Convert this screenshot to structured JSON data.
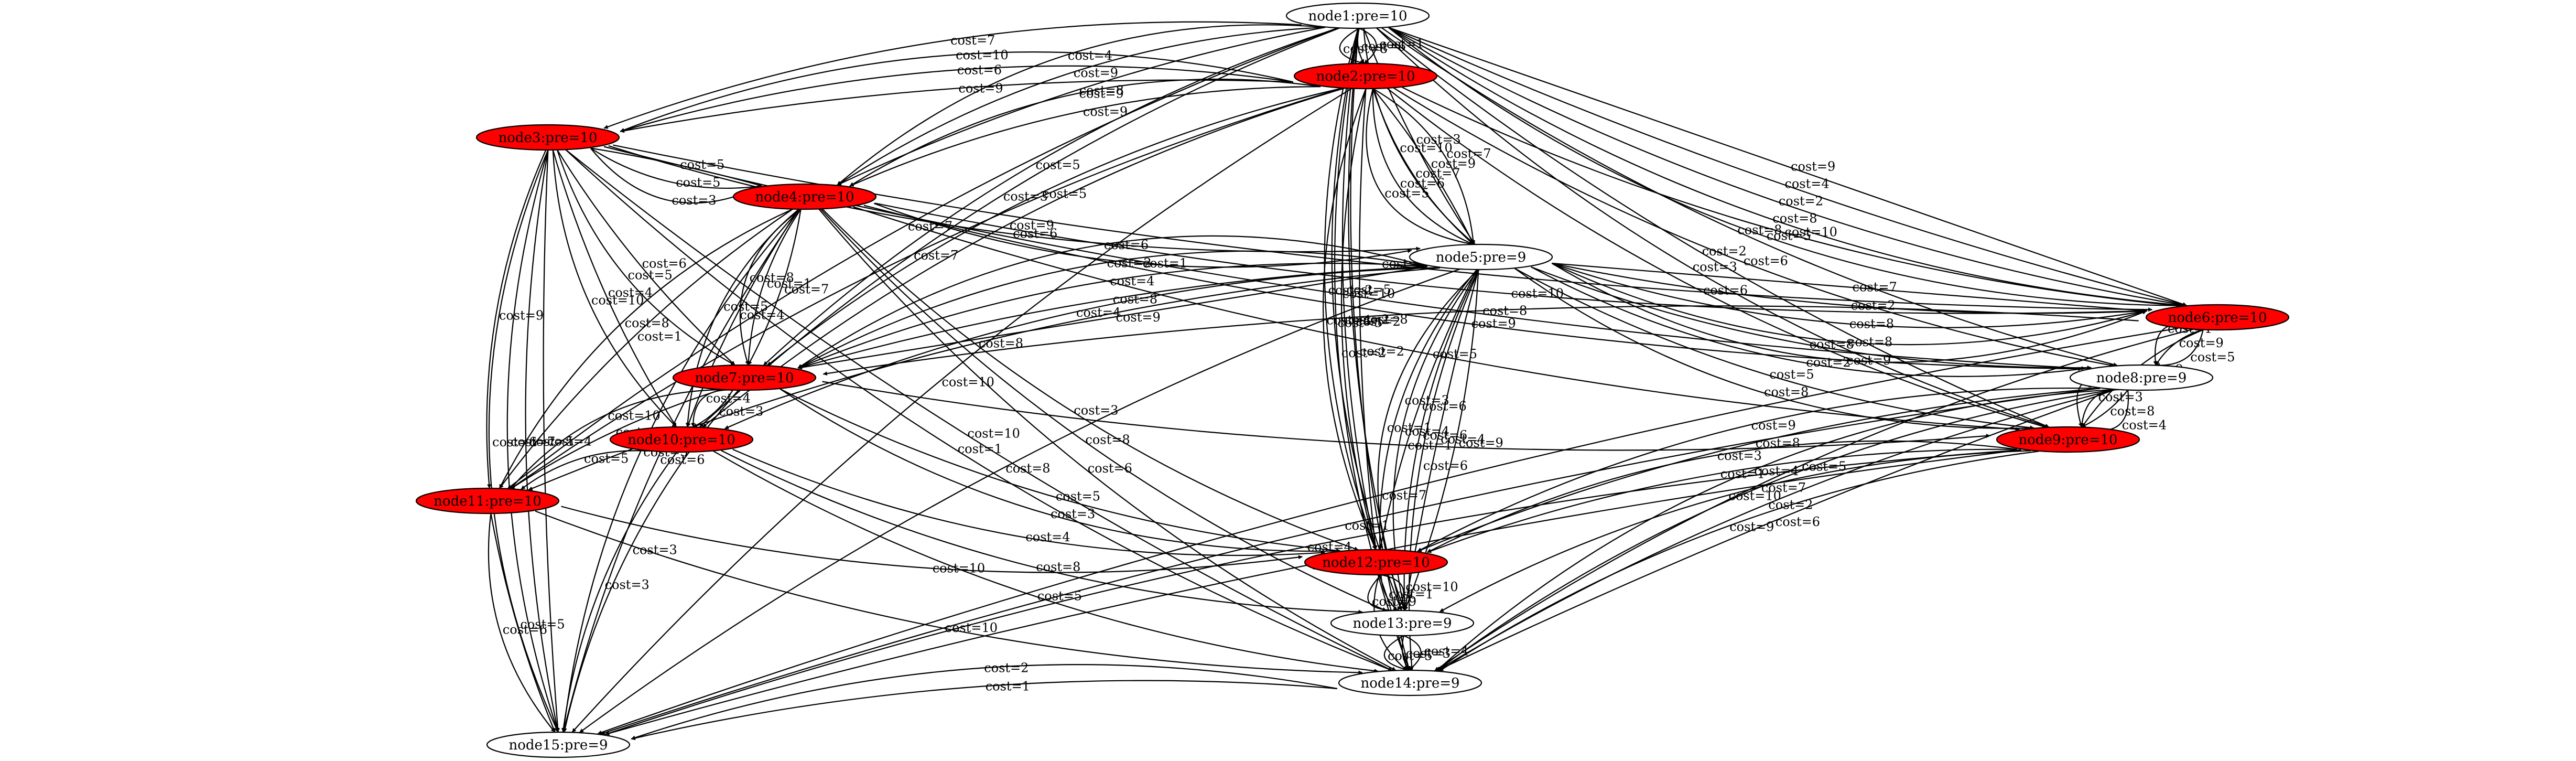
{
  "colors": {
    "highlight": "#ff0000",
    "default": "#ffffff",
    "ink": "#000000"
  },
  "nodes": [
    {
      "id": "n1",
      "label": "node1:pre=10",
      "highlighted": false
    },
    {
      "id": "n2",
      "label": "node2:pre=10",
      "highlighted": true
    },
    {
      "id": "n3",
      "label": "node3:pre=10",
      "highlighted": true
    },
    {
      "id": "n4",
      "label": "node4:pre=10",
      "highlighted": true
    },
    {
      "id": "n5",
      "label": "node5:pre=9",
      "highlighted": false
    },
    {
      "id": "n6",
      "label": "node6:pre=10",
      "highlighted": true
    },
    {
      "id": "n7",
      "label": "node7:pre=10",
      "highlighted": true
    },
    {
      "id": "n8",
      "label": "node8:pre=9",
      "highlighted": false
    },
    {
      "id": "n9",
      "label": "node9:pre=10",
      "highlighted": true
    },
    {
      "id": "n10",
      "label": "node10:pre=10",
      "highlighted": true
    },
    {
      "id": "n11",
      "label": "node11:pre=10",
      "highlighted": true
    },
    {
      "id": "n12",
      "label": "node12:pre=10",
      "highlighted": true
    },
    {
      "id": "n13",
      "label": "node13:pre=9",
      "highlighted": false
    },
    {
      "id": "n14",
      "label": "node14:pre=9",
      "highlighted": false
    },
    {
      "id": "n15",
      "label": "node15:pre=9",
      "highlighted": false
    }
  ],
  "edges": [
    {
      "from": "n1",
      "to": "n2",
      "label": "cost=1"
    },
    {
      "from": "n1",
      "to": "n2",
      "label": "cost=6"
    },
    {
      "from": "n1",
      "to": "n2",
      "label": "cost=8"
    },
    {
      "from": "n1",
      "to": "n3",
      "label": "cost=7"
    },
    {
      "from": "n1",
      "to": "n4",
      "label": "cost=8"
    },
    {
      "from": "n1",
      "to": "n4",
      "label": "cost=9"
    },
    {
      "from": "n1",
      "to": "n4",
      "label": "cost=4"
    },
    {
      "from": "n1",
      "to": "n5",
      "label": "cost=3"
    },
    {
      "from": "n1",
      "to": "n5",
      "label": "cost=10"
    },
    {
      "from": "n1",
      "to": "n6",
      "label": "cost=9"
    },
    {
      "from": "n1",
      "to": "n6",
      "label": "cost=4"
    },
    {
      "from": "n1",
      "to": "n6",
      "label": "cost=2"
    },
    {
      "from": "n1",
      "to": "n6",
      "label": "cost=8"
    },
    {
      "from": "n1",
      "to": "n6",
      "label": "cost=5"
    },
    {
      "from": "n1",
      "to": "n7",
      "label": "cost=5"
    },
    {
      "from": "n1",
      "to": "n8",
      "label": "cost=8"
    },
    {
      "from": "n1",
      "to": "n9",
      "label": "cost=2"
    },
    {
      "from": "n1",
      "to": "n9",
      "label": "cost=3"
    },
    {
      "from": "n1",
      "to": "n10",
      "label": "cost=3"
    },
    {
      "from": "n1",
      "to": "n11",
      "label": "cost=7"
    },
    {
      "from": "n1",
      "to": "n12",
      "label": "cost=5"
    },
    {
      "from": "n1",
      "to": "n12",
      "label": "cost=2"
    },
    {
      "from": "n1",
      "to": "n13",
      "label": "cost=2"
    },
    {
      "from": "n1",
      "to": "n13",
      "label": "cost=5"
    },
    {
      "from": "n1",
      "to": "n14",
      "label": "cost=2"
    },
    {
      "from": "n1",
      "to": "n14",
      "label": "cost=2"
    },
    {
      "from": "n2",
      "to": "n3",
      "label": "cost=9"
    },
    {
      "from": "n2",
      "to": "n3",
      "label": "cost=6"
    },
    {
      "from": "n2",
      "to": "n3",
      "label": "cost=10"
    },
    {
      "from": "n2",
      "to": "n4",
      "label": "cost=9"
    },
    {
      "from": "n2",
      "to": "n4",
      "label": "cost=9"
    },
    {
      "from": "n2",
      "to": "n5",
      "label": "cost=7"
    },
    {
      "from": "n2",
      "to": "n5",
      "label": "cost=9"
    },
    {
      "from": "n2",
      "to": "n5",
      "label": "cost=7"
    },
    {
      "from": "n2",
      "to": "n5",
      "label": "cost=6"
    },
    {
      "from": "n2",
      "to": "n5",
      "label": "cost=5"
    },
    {
      "from": "n2",
      "to": "n6",
      "label": "cost=10"
    },
    {
      "from": "n2",
      "to": "n7",
      "label": "cost=5"
    },
    {
      "from": "n2",
      "to": "n8",
      "label": "cost=6"
    },
    {
      "from": "n2",
      "to": "n9",
      "label": "cost=6"
    },
    {
      "from": "n2",
      "to": "n10",
      "label": "cost=9"
    },
    {
      "from": "n2",
      "to": "n11",
      "label": "cost=7"
    },
    {
      "from": "n2",
      "to": "n12",
      "label": "cost=8"
    },
    {
      "from": "n2",
      "to": "n12",
      "label": "cost=2"
    },
    {
      "from": "n2",
      "to": "n12",
      "label": "cost=4"
    },
    {
      "from": "n2",
      "to": "n15",
      "label": "cost=10"
    },
    {
      "from": "n3",
      "to": "n4",
      "label": "cost=5"
    },
    {
      "from": "n3",
      "to": "n4",
      "label": "cost=5"
    },
    {
      "from": "n3",
      "to": "n4",
      "label": "cost=3"
    },
    {
      "from": "n3",
      "to": "n5",
      "label": "cost=6"
    },
    {
      "from": "n3",
      "to": "n6",
      "label": "cost=9"
    },
    {
      "from": "n3",
      "to": "n7",
      "label": "cost=6"
    },
    {
      "from": "n3",
      "to": "n7",
      "label": "cost=5"
    },
    {
      "from": "n3",
      "to": "n8",
      "label": "cost=10"
    },
    {
      "from": "n3",
      "to": "n10",
      "label": "cost=4"
    },
    {
      "from": "n3",
      "to": "n10",
      "label": "cost=10"
    },
    {
      "from": "n3",
      "to": "n11",
      "label": "cost=9"
    },
    {
      "from": "n3",
      "to": "n14",
      "label": "cost=10"
    },
    {
      "from": "n3",
      "to": "n14",
      "label": "cost=1"
    },
    {
      "from": "n3",
      "to": "n15",
      "label": "cost=4"
    },
    {
      "from": "n3",
      "to": "n15",
      "label": "cost=5"
    },
    {
      "from": "n3",
      "to": "n15",
      "label": "cost=7"
    },
    {
      "from": "n3",
      "to": "n15",
      "label": "cost=6"
    },
    {
      "from": "n4",
      "to": "n5",
      "label": "cost=1"
    },
    {
      "from": "n4",
      "to": "n6",
      "label": "cost=10"
    },
    {
      "from": "n4",
      "to": "n7",
      "label": "cost=7"
    },
    {
      "from": "n4",
      "to": "n7",
      "label": "cost=1"
    },
    {
      "from": "n4",
      "to": "n7",
      "label": "cost=8"
    },
    {
      "from": "n4",
      "to": "n8",
      "label": "cost=9"
    },
    {
      "from": "n4",
      "to": "n9",
      "label": "cost=5"
    },
    {
      "from": "n4",
      "to": "n10",
      "label": "cost=4"
    },
    {
      "from": "n4",
      "to": "n10",
      "label": "cost=5"
    },
    {
      "from": "n4",
      "to": "n11",
      "label": "cost=1"
    },
    {
      "from": "n4",
      "to": "n11",
      "label": "cost=8"
    },
    {
      "from": "n4",
      "to": "n12",
      "label": "cost=3"
    },
    {
      "from": "n4",
      "to": "n13",
      "label": "cost=8"
    },
    {
      "from": "n4",
      "to": "n14",
      "label": "cost=6"
    },
    {
      "from": "n4",
      "to": "n15",
      "label": "cost=6"
    },
    {
      "from": "n4",
      "to": "n15",
      "label": "cost=5"
    },
    {
      "from": "n5",
      "to": "n6",
      "label": "cost=7"
    },
    {
      "from": "n5",
      "to": "n6",
      "label": "cost=2"
    },
    {
      "from": "n5",
      "to": "n6",
      "label": "cost=8"
    },
    {
      "from": "n5",
      "to": "n6",
      "label": "cost=8"
    },
    {
      "from": "n5",
      "to": "n6",
      "label": "cost=9"
    },
    {
      "from": "n5",
      "to": "n7",
      "label": "cost=9"
    },
    {
      "from": "n5",
      "to": "n7",
      "label": "cost=8"
    },
    {
      "from": "n5",
      "to": "n7",
      "label": "cost=4"
    },
    {
      "from": "n5",
      "to": "n7",
      "label": "cost=2"
    },
    {
      "from": "n5",
      "to": "n7",
      "label": "cost=6"
    },
    {
      "from": "n5",
      "to": "n8",
      "label": "cost=8"
    },
    {
      "from": "n5",
      "to": "n8",
      "label": "cost=2"
    },
    {
      "from": "n5",
      "to": "n9",
      "label": "cost=5"
    },
    {
      "from": "n5",
      "to": "n9",
      "label": "cost=8"
    },
    {
      "from": "n5",
      "to": "n10",
      "label": "cost=4"
    },
    {
      "from": "n5",
      "to": "n11",
      "label": "cost=8"
    },
    {
      "from": "n5",
      "to": "n12",
      "label": "cost=6"
    },
    {
      "from": "n5",
      "to": "n12",
      "label": "cost=3"
    },
    {
      "from": "n5",
      "to": "n13",
      "label": "cost=9"
    },
    {
      "from": "n5",
      "to": "n13",
      "label": "cost=4"
    },
    {
      "from": "n5",
      "to": "n13",
      "label": "cost=6"
    },
    {
      "from": "n5",
      "to": "n13",
      "label": "cost=4"
    },
    {
      "from": "n5",
      "to": "n13",
      "label": "cost=1"
    },
    {
      "from": "n5",
      "to": "n14",
      "label": "cost=6"
    },
    {
      "from": "n5",
      "to": "n15",
      "label": "cost=8"
    },
    {
      "from": "n6",
      "to": "n7",
      "label": "cost=8"
    },
    {
      "from": "n6",
      "to": "n8",
      "label": "cost=5"
    },
    {
      "from": "n6",
      "to": "n8",
      "label": "cost=9"
    },
    {
      "from": "n6",
      "to": "n8",
      "label": "cost=1"
    },
    {
      "from": "n6",
      "to": "n9",
      "label": "cost=9"
    },
    {
      "from": "n6",
      "to": "n14",
      "label": "cost=5"
    },
    {
      "from": "n6",
      "to": "n15",
      "label": "cost=7"
    },
    {
      "from": "n7",
      "to": "n9",
      "label": "cost=1"
    },
    {
      "from": "n7",
      "to": "n10",
      "label": "cost=3"
    },
    {
      "from": "n7",
      "to": "n10",
      "label": "cost=4"
    },
    {
      "from": "n7",
      "to": "n11",
      "label": "cost=1"
    },
    {
      "from": "n7",
      "to": "n11",
      "label": "cost=10"
    },
    {
      "from": "n7",
      "to": "n12",
      "label": "cost=5"
    },
    {
      "from": "n7",
      "to": "n12",
      "label": "cost=3"
    },
    {
      "from": "n7",
      "to": "n15",
      "label": "cost=3"
    },
    {
      "from": "n8",
      "to": "n9",
      "label": "cost=4"
    },
    {
      "from": "n8",
      "to": "n9",
      "label": "cost=8"
    },
    {
      "from": "n8",
      "to": "n9",
      "label": "cost=3"
    },
    {
      "from": "n8",
      "to": "n9",
      "label": "cost=9"
    },
    {
      "from": "n8",
      "to": "n12",
      "label": "cost=8"
    },
    {
      "from": "n8",
      "to": "n12",
      "label": "cost=9"
    },
    {
      "from": "n8",
      "to": "n14",
      "label": "cost=6"
    },
    {
      "from": "n8",
      "to": "n14",
      "label": "cost=2"
    },
    {
      "from": "n8",
      "to": "n14",
      "label": "cost=7"
    },
    {
      "from": "n8",
      "to": "n14",
      "label": "cost=4"
    },
    {
      "from": "n8",
      "to": "n15",
      "label": "cost=1"
    },
    {
      "from": "n9",
      "to": "n12",
      "label": "cost=1"
    },
    {
      "from": "n9",
      "to": "n12",
      "label": "cost=3"
    },
    {
      "from": "n9",
      "to": "n13",
      "label": "cost=10"
    },
    {
      "from": "n9",
      "to": "n14",
      "label": "cost=9"
    },
    {
      "from": "n9",
      "to": "n15",
      "label": "cost=10"
    },
    {
      "from": "n9",
      "to": "n15",
      "label": "cost=4"
    },
    {
      "from": "n10",
      "to": "n11",
      "label": "cost=5"
    },
    {
      "from": "n10",
      "to": "n12",
      "label": "cost=4"
    },
    {
      "from": "n10",
      "to": "n13",
      "label": "cost=8"
    },
    {
      "from": "n10",
      "to": "n14",
      "label": "cost=5"
    },
    {
      "from": "n10",
      "to": "n15",
      "label": "cost=3"
    },
    {
      "from": "n11",
      "to": "n12",
      "label": "cost=10"
    },
    {
      "from": "n11",
      "to": "n14",
      "label": "cost=10"
    },
    {
      "from": "n11",
      "to": "n15",
      "label": "cost=5"
    },
    {
      "from": "n11",
      "to": "n15",
      "label": "cost=6"
    },
    {
      "from": "n12",
      "to": "n13",
      "label": "cost=10"
    },
    {
      "from": "n12",
      "to": "n13",
      "label": "cost=1"
    },
    {
      "from": "n12",
      "to": "n13",
      "label": "cost=9"
    },
    {
      "from": "n12",
      "to": "n14",
      "label": "cost=4"
    },
    {
      "from": "n12",
      "to": "n14",
      "label": "cost=9"
    },
    {
      "from": "n13",
      "to": "n14",
      "label": "cost=4"
    },
    {
      "from": "n13",
      "to": "n14",
      "label": "cost=3"
    },
    {
      "from": "n13",
      "to": "n14",
      "label": "cost=5"
    },
    {
      "from": "n14",
      "to": "n15",
      "label": "cost=1"
    },
    {
      "from": "n14",
      "to": "n15",
      "label": "cost=2"
    }
  ]
}
